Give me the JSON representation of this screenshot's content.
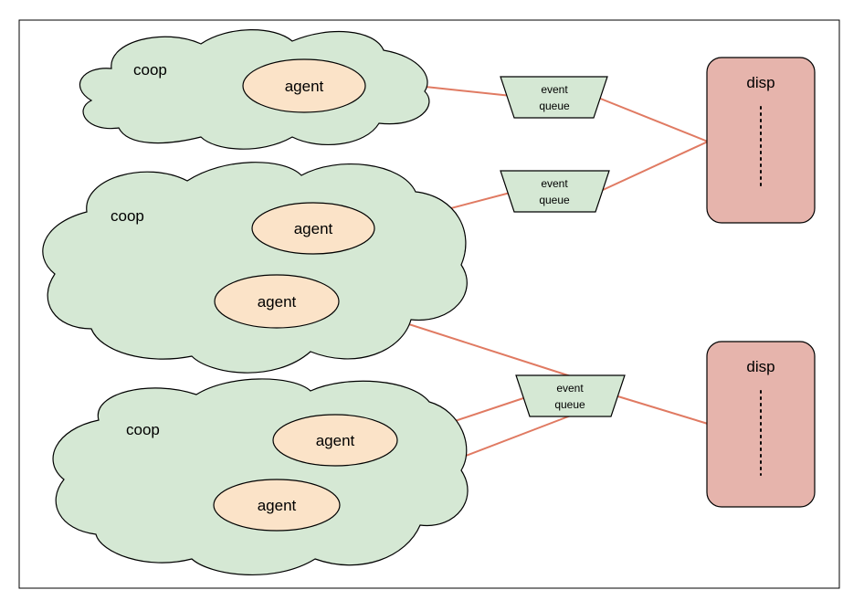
{
  "diagram": {
    "coops": [
      {
        "label": "coop",
        "agents": [
          "agent"
        ]
      },
      {
        "label": "coop",
        "agents": [
          "agent",
          "agent"
        ]
      },
      {
        "label": "coop",
        "agents": [
          "agent",
          "agent"
        ]
      }
    ],
    "queues": [
      {
        "line1": "event",
        "line2": "queue"
      },
      {
        "line1": "event",
        "line2": "queue"
      },
      {
        "line1": "event",
        "line2": "queue"
      }
    ],
    "dispatchers": [
      {
        "label": "disp"
      },
      {
        "label": "disp"
      }
    ],
    "colors": {
      "cloud_fill": "#d5e8d4",
      "agent_fill": "#fbe3c8",
      "dispatcher_fill": "#e6b4ac",
      "connector": "#e07a62"
    }
  }
}
